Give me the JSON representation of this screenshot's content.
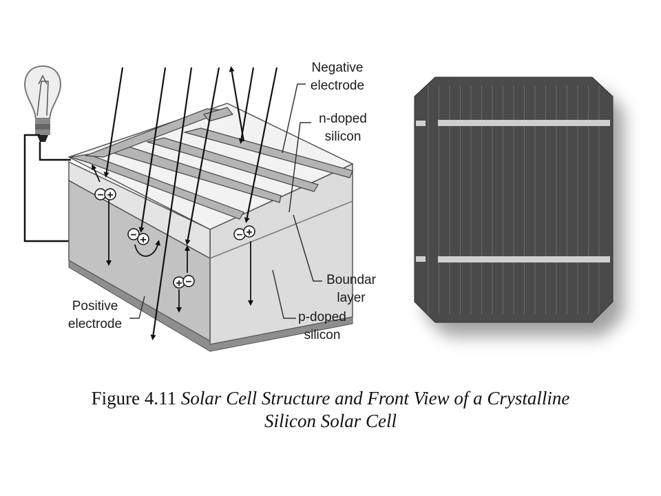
{
  "labels": {
    "negative_electrode": [
      "Negative",
      "electrode"
    ],
    "n_doped": [
      "n-doped",
      "silicon"
    ],
    "boundary": [
      "Boundar",
      "layer"
    ],
    "p_doped": [
      "p-doped",
      "silicon"
    ],
    "positive_electrode": [
      "Positive",
      "electrode"
    ]
  },
  "charge_symbols": {
    "minus": "−",
    "plus": "+"
  },
  "caption": {
    "number": "Figure 4.11",
    "line1": "Solar Cell Structure and Front View of a Crystalline",
    "line2": "Silicon Solar Cell"
  },
  "colors": {
    "cell_face": "#4a4a4a",
    "busbar": "#cfcfcf",
    "n_layer": "#e3e3e3",
    "p_layer": "#c8c8c8",
    "electrode": "#9a9a9a"
  }
}
